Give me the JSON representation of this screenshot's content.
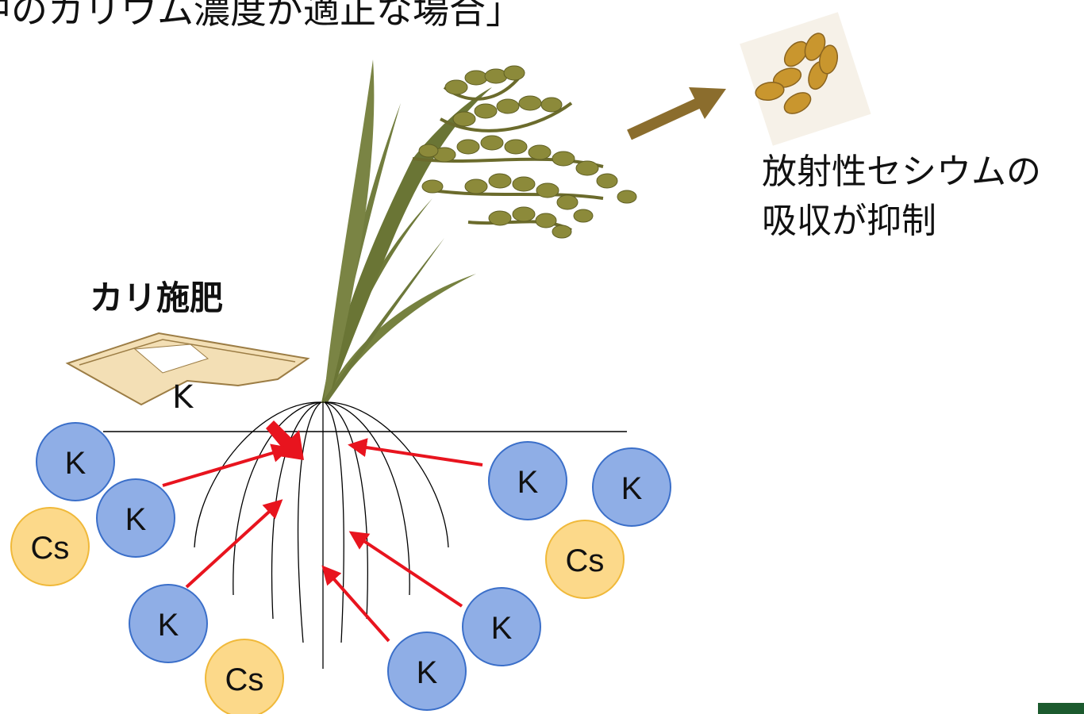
{
  "header": {
    "title": "中のカリウム濃度が適正な場合」"
  },
  "labels": {
    "fertilizer": "カリ施肥",
    "bag_k": "K",
    "result_line1": "放射性セシウムの",
    "result_line2": "吸収が抑制"
  },
  "ions": {
    "k": "K",
    "cs": "Cs"
  },
  "colors": {
    "k_fill": "#8faee6",
    "k_stroke": "#3b6fc9",
    "cs_fill": "#fcd98a",
    "cs_stroke": "#f0b93a",
    "arrow_red": "#e8141e",
    "arrow_gold": "#8b6d2d",
    "plant_green": "#6f7a3a",
    "grain": "#c9962e"
  }
}
